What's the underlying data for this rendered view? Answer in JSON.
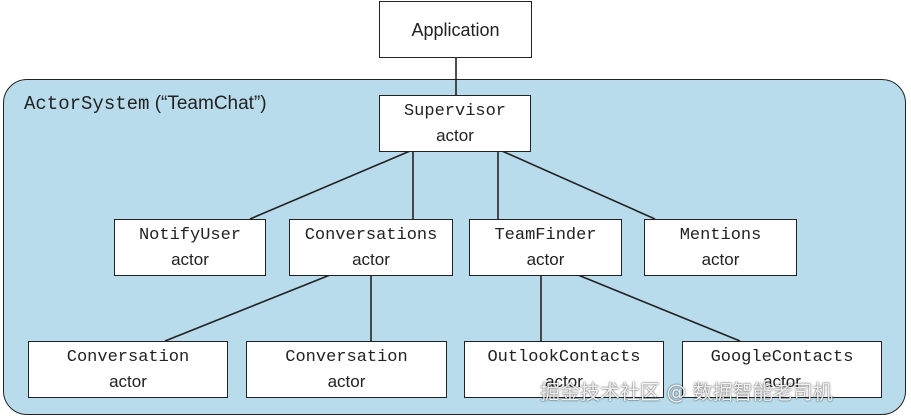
{
  "system": {
    "name": "ActorSystem",
    "quoted": "(“TeamChat”)"
  },
  "nodes": {
    "application": {
      "label": "Application"
    },
    "supervisor": {
      "name": "Supervisor",
      "kind": "actor"
    },
    "notify_user": {
      "name": "NotifyUser",
      "kind": "actor"
    },
    "conversations": {
      "name": "Conversations",
      "kind": "actor"
    },
    "team_finder": {
      "name": "TeamFinder",
      "kind": "actor"
    },
    "mentions": {
      "name": "Mentions",
      "kind": "actor"
    },
    "conversation_1": {
      "name": "Conversation",
      "kind": "actor"
    },
    "conversation_2": {
      "name": "Conversation",
      "kind": "actor"
    },
    "outlook_contacts": {
      "name": "OutlookContacts",
      "kind": "actor"
    },
    "google_contacts": {
      "name": "GoogleContacts",
      "kind": "actor"
    }
  },
  "watermark": "掘金技术社区 @ 数据智能老司机"
}
